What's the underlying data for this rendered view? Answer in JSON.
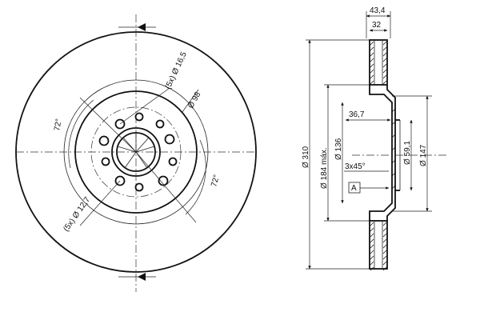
{
  "dimensions": {
    "bolt_holes": "(5x) Ø 16,5",
    "center_ring": "Ø 98",
    "angle_top": "72°",
    "angle_bottom": "72°",
    "small_holes": "(5x) Ø 12,7",
    "total_thickness": "43,4",
    "disc_thickness": "32",
    "outer_diameter": "Ø 310",
    "braking_max": "Ø 184 máx.",
    "hat_diameter": "Ø 136",
    "hat_height": "36,7",
    "chamfer": "3x45°",
    "bore": "Ø 59,1",
    "hub_face": "Ø 147",
    "datum": "A"
  }
}
